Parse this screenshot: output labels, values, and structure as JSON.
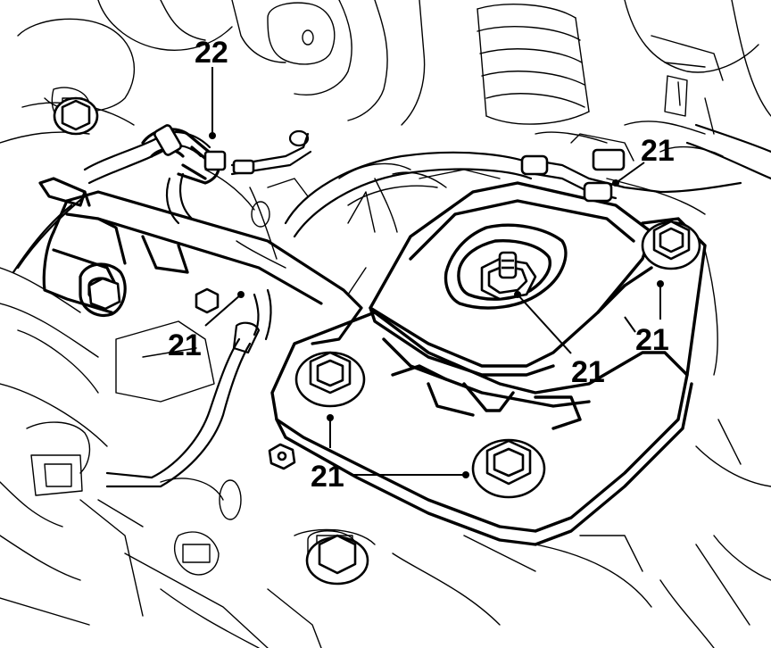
{
  "callouts": [
    {
      "label": "22"
    },
    {
      "label": "21"
    },
    {
      "label": "21"
    },
    {
      "label": "21"
    },
    {
      "label": "21"
    },
    {
      "label": "21"
    }
  ],
  "colors": {
    "ink": "#000000",
    "paper": "#ffffff"
  }
}
